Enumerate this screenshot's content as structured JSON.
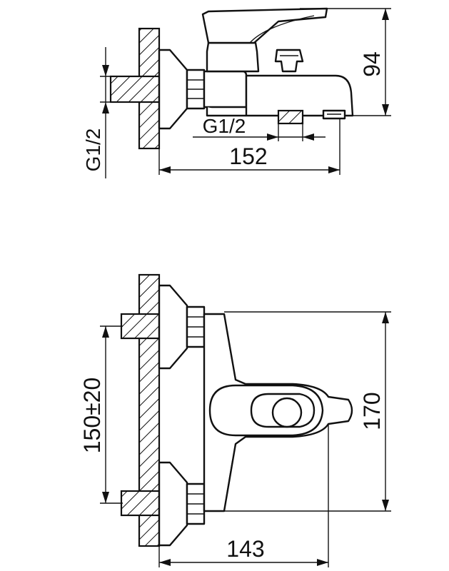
{
  "top_view": {
    "dim_height": "94",
    "dim_length": "152",
    "thread_inlet": "G1/2",
    "thread_outlet": "G1/2"
  },
  "front_view": {
    "dim_center": "150±20",
    "dim_height": "170",
    "dim_depth": "143"
  }
}
